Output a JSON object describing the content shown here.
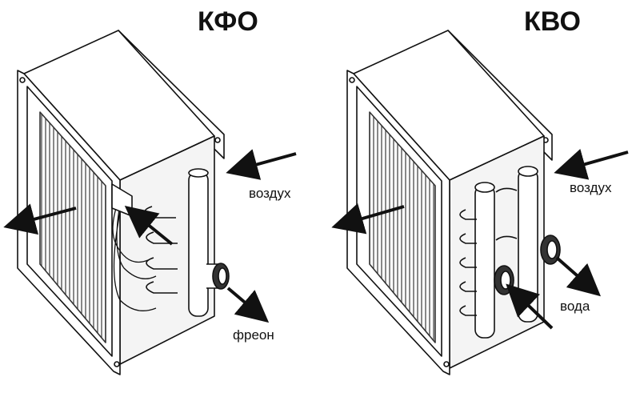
{
  "units": [
    {
      "title": "КФО",
      "labels": {
        "air": "воздух",
        "medium": "фреон"
      }
    },
    {
      "title": "КВО",
      "labels": {
        "air": "воздух",
        "medium": "вода"
      }
    }
  ],
  "colors": {
    "line": "#111111",
    "fill": "#ffffff",
    "shade": "#e6e6e6",
    "fins": "#555555"
  }
}
